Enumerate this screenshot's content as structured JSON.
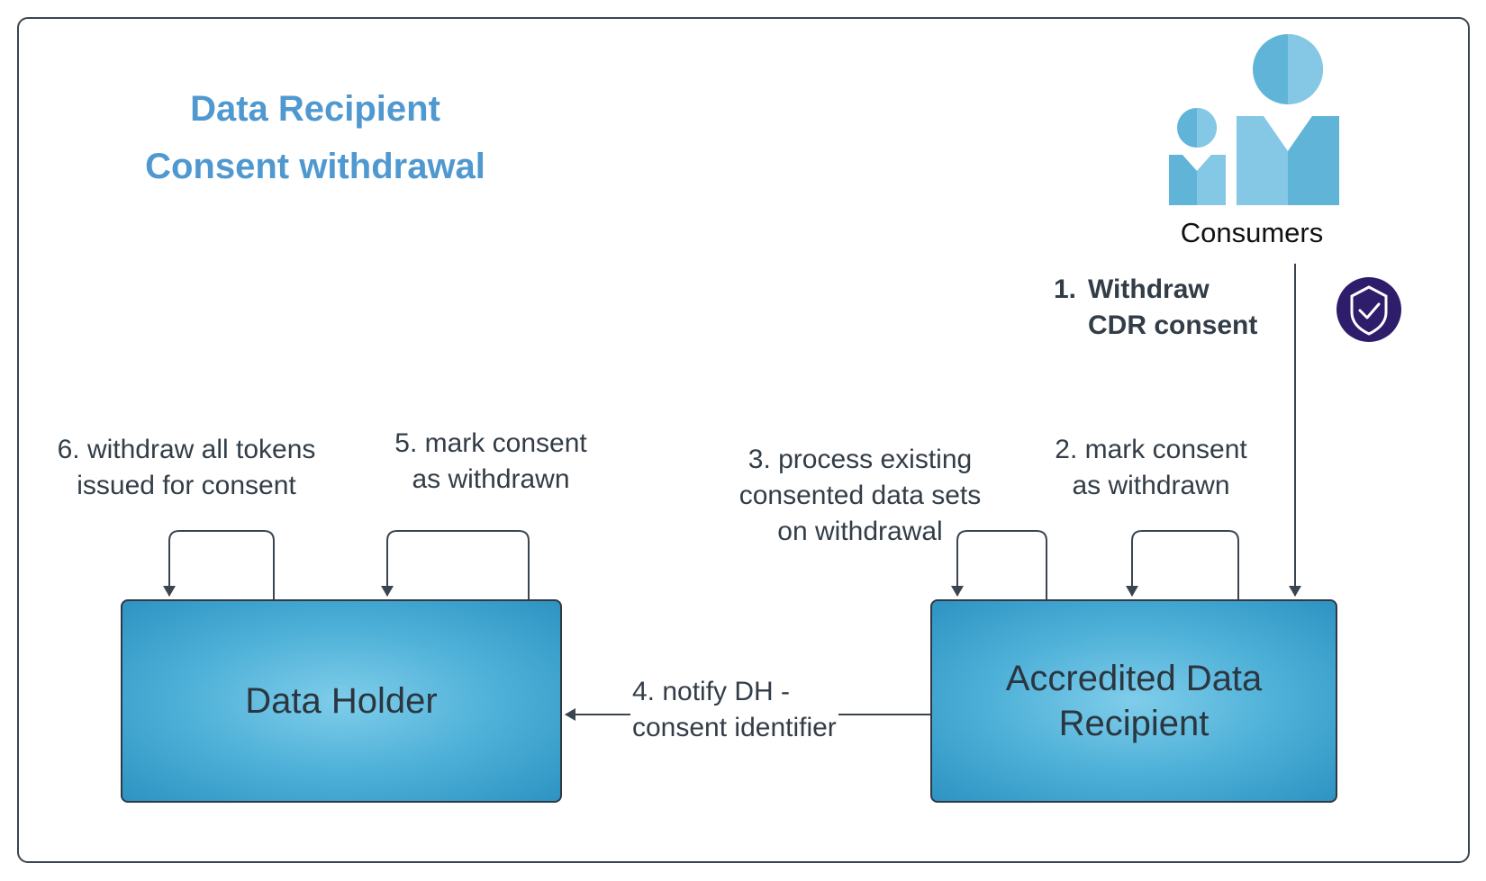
{
  "title": {
    "line1": "Data Recipient",
    "line2": "Consent withdrawal"
  },
  "actors": {
    "consumers": "Consumers",
    "data_holder": "Data Holder",
    "adr_line1": "Accredited Data",
    "adr_line2": "Recipient"
  },
  "steps": {
    "step1_num": "1.",
    "step1_line1": "Withdraw",
    "step1_line2": "CDR consent",
    "step2_line1": "2. mark consent",
    "step2_line2": "as withdrawn",
    "step3_line1": "3. process existing",
    "step3_line2": "consented data sets",
    "step3_line3": "on withdrawal",
    "step4_line1": "4. notify DH -",
    "step4_line2": "consent identifier",
    "step5_line1": "5. mark consent",
    "step5_line2": "as withdrawn",
    "step6_line1": "6. withdraw all tokens",
    "step6_line2": "issued for consent"
  },
  "icons": {
    "consumers": "people-icon",
    "consent": "shield-check-icon"
  },
  "colors": {
    "title": "#4f98d0",
    "box_fill": "#4aaed6",
    "box_center": "#7fcdea",
    "icon_person": "#5fb4d8",
    "shield_badge": "#2e1d6b",
    "line": "#3b4550"
  }
}
